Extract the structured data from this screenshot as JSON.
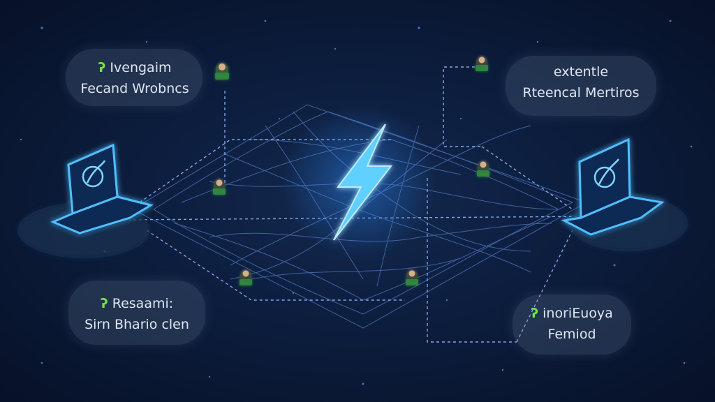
{
  "diagram": {
    "center_icon": "lightning-bolt-icon",
    "left_device_icon": "laptop-icon",
    "right_device_icon": "laptop-icon",
    "node_icon": "miner-node-icon",
    "callouts": {
      "top_left": {
        "mark": "ʔ",
        "line1": "Ivengaim",
        "line2": "Fecand Wrobncs"
      },
      "top_right": {
        "line1": "extentle",
        "line2": "Rteencal Mertiros"
      },
      "bottom_left": {
        "mark": "ʔ",
        "line1": "Resaami:",
        "line2": "Sirn Bhario clen"
      },
      "bottom_right": {
        "mark": "ʔ",
        "line1": "inoriEuoya",
        "line2": "Femiod"
      }
    },
    "colors": {
      "background": "#0c1d3d",
      "glow": "#3fb4ff",
      "line": "#6f9be0",
      "accent_green": "#6fe44a"
    }
  }
}
